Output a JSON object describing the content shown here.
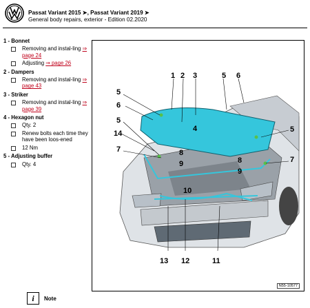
{
  "header": {
    "title_line1": "Passat Variant 2015 ➤, Passat Variant 2019 ➤",
    "title_line2": "General body repairs, exterior - Edition 02.2020"
  },
  "legend": [
    {
      "title": "1 - Bonnet",
      "items": [
        {
          "text": "Removing and instal-ling ",
          "link": "⇒ page 24"
        },
        {
          "text": "Adjusting ",
          "link": "⇒ page 26"
        }
      ]
    },
    {
      "title": "2 - Dampers",
      "items": [
        {
          "text": "Removing and instal-ling ",
          "link": "⇒ page 43"
        }
      ]
    },
    {
      "title": "3 - Striker",
      "items": [
        {
          "text": "Removing and instal-ling ",
          "link": "⇒ page 39"
        }
      ]
    },
    {
      "title": "4 - Hexagon nut",
      "items": [
        {
          "text": "Qty. 2",
          "link": ""
        },
        {
          "text": "Renew bolts each time they have been loos-ened",
          "link": ""
        },
        {
          "text": "12 Nm",
          "link": ""
        }
      ]
    },
    {
      "title": "5 - Adjusting buffer",
      "items": [
        {
          "text": "Qty. 4",
          "link": ""
        }
      ]
    }
  ],
  "figure": {
    "id": "N55-10577",
    "callouts": [
      "1",
      "2",
      "3",
      "5",
      "6",
      "5",
      "6",
      "5",
      "14",
      "7",
      "4",
      "5",
      "8",
      "9",
      "8",
      "7",
      "9",
      "10",
      "13",
      "12",
      "11"
    ]
  },
  "note": {
    "label": "Note",
    "icon": "info-icon"
  }
}
